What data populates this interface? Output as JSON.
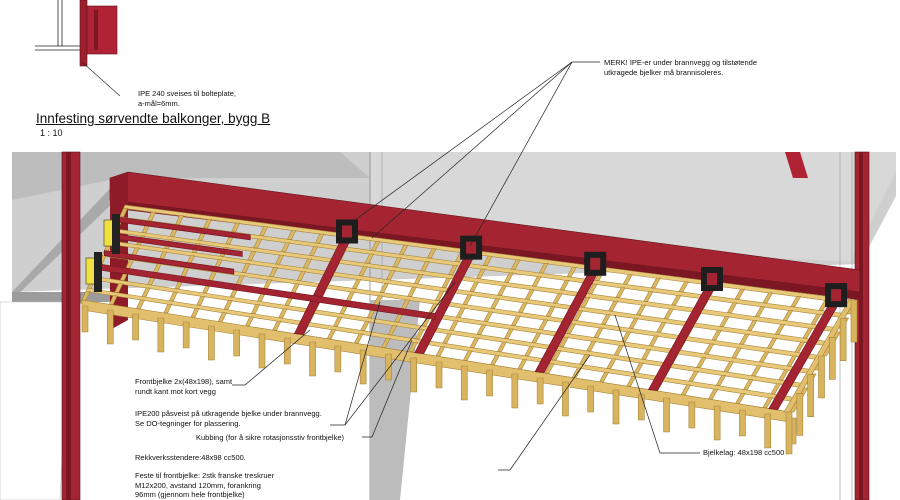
{
  "drawing": {
    "title": "Innfesting sørvendte balkonger, bygg B",
    "scale": "1 : 10"
  },
  "notes": {
    "weld_detail": [
      "IPE 240 sveises til bolteplate,",
      "a-mål=6mm."
    ],
    "merk": [
      "MERK! IPE-er under brannvegg og tilstøtende",
      "utkragede bjelker må brannisoleres."
    ],
    "frontbjelke": [
      "Frontbjelke 2x(48x198), samt",
      "rundt kant mot kort vegg"
    ],
    "ipe200": [
      "IPE200 påsveist på utkragende bjelke under brannvegg.",
      "Se DO-tegninger for plassering."
    ],
    "kubbing": "Kubbing (for å sikre rotasjonsstiv frontbjelke)",
    "rekkverk": "Rekkverksstendere:48x98 cc500.",
    "feste": [
      "Feste til frontbjelke: 2stk franske treskruer",
      "M12x200, avstand 120mm, forankring",
      "96mm (gjennom hele frontbjelke)"
    ],
    "bjelkelag": "Bjelkelag: 48x198 cc500"
  },
  "colors": {
    "steel_red": "#9e1e2c",
    "steel_red_dark": "#6e1520",
    "timber": "#e8c97a",
    "timber_edge": "#a8853a",
    "concrete": "#c9c9c9",
    "concrete_dark": "#9c9c9c"
  }
}
